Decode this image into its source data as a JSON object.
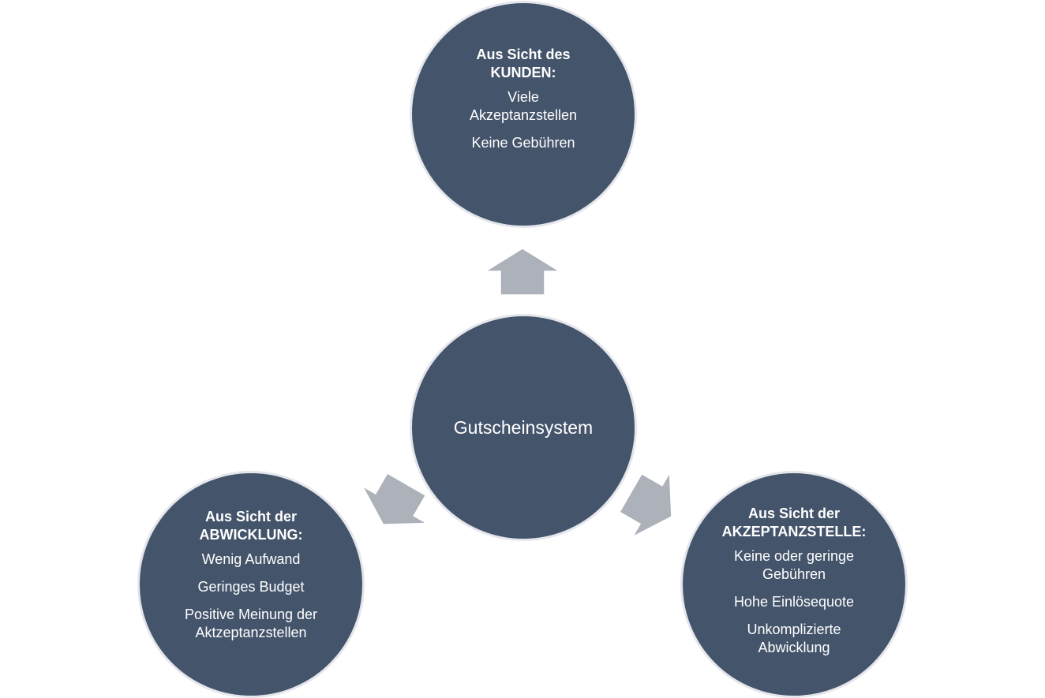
{
  "diagram": {
    "center": {
      "label": "Gutscheinsystem"
    },
    "nodes": [
      {
        "id": "kunden",
        "heading_line1": "Aus Sicht des",
        "heading_line2": "KUNDEN:",
        "items": [
          "Viele Akzeptanzstellen",
          "Keine Gebühren"
        ]
      },
      {
        "id": "abwicklung",
        "heading_line1": "Aus Sicht der",
        "heading_line2": "ABWICKLUNG:",
        "items": [
          "Wenig Aufwand",
          "Geringes Budget",
          "Positive Meinung der Aktzeptanzstellen"
        ]
      },
      {
        "id": "akzeptanzstelle",
        "heading_line1": "Aus Sicht der",
        "heading_line2": "AKZEPTANZSTELLE:",
        "items": [
          "Keine oder geringe Gebühren",
          "Hohe Einlösequote",
          "Unkomplizierte Abwicklung"
        ]
      }
    ],
    "colors": {
      "node_fill": "#44546a",
      "node_border": "#e4e6ec",
      "arrow_fill": "#adb1b9",
      "text": "#ffffff"
    }
  }
}
